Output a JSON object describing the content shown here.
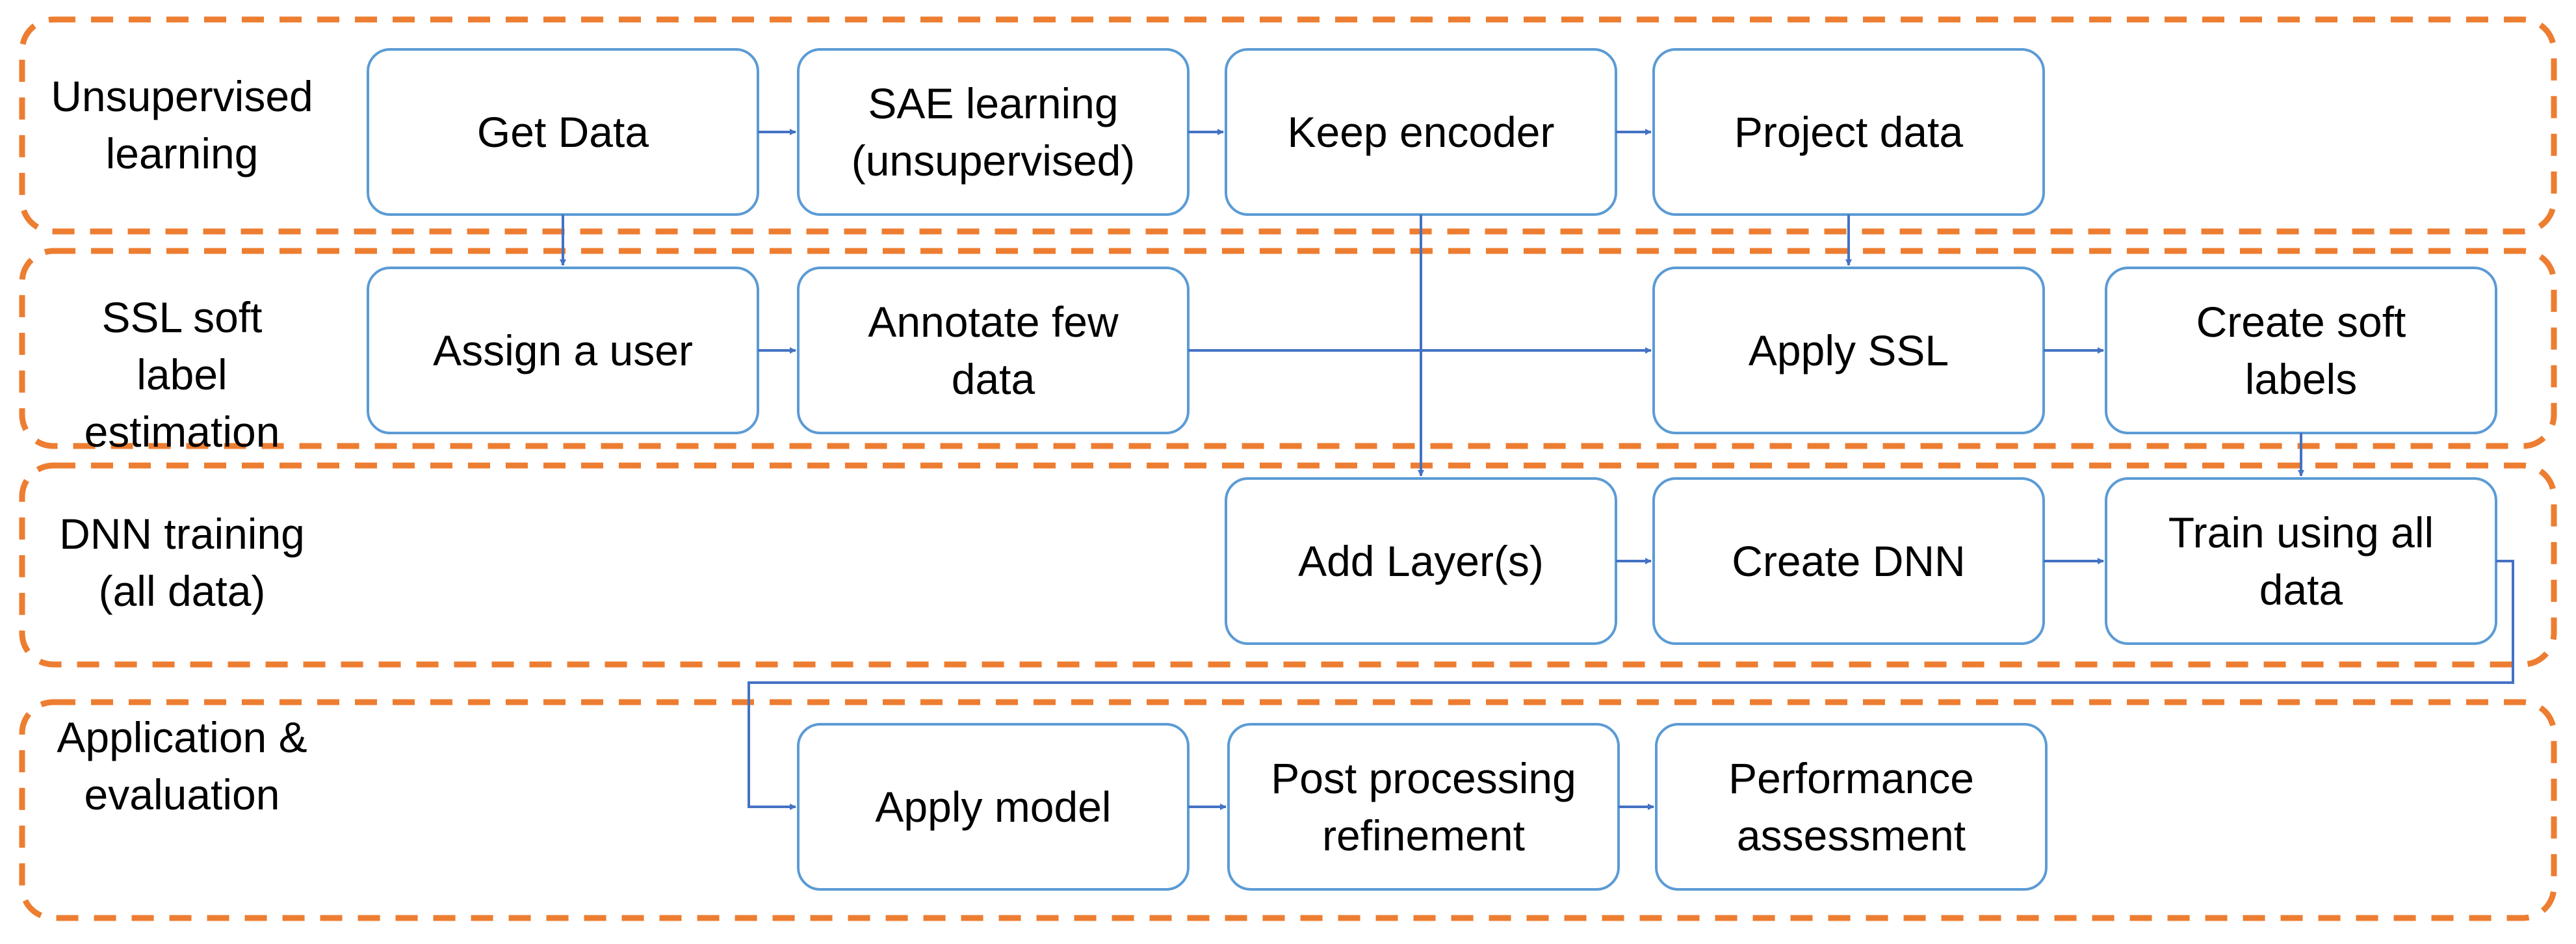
{
  "colors": {
    "lane_border": "#ED7D31",
    "box_border": "#5B9BD5",
    "arrow": "#4472C4",
    "text": "#000000",
    "background": "#FFFFFF"
  },
  "lanes": [
    {
      "id": "unsupervised",
      "label": "Unsupervised\nlearning"
    },
    {
      "id": "ssl",
      "label": "SSL soft\nlabel\nestimation"
    },
    {
      "id": "dnn",
      "label": "DNN training\n(all data)"
    },
    {
      "id": "application",
      "label": "Application &\nevaluation"
    }
  ],
  "boxes": [
    {
      "id": "get-data",
      "label": "Get Data"
    },
    {
      "id": "sae-learning",
      "label": "SAE learning\n(unsupervised)"
    },
    {
      "id": "keep-encoder",
      "label": "Keep encoder"
    },
    {
      "id": "project-data",
      "label": "Project data"
    },
    {
      "id": "assign-user",
      "label": "Assign a user"
    },
    {
      "id": "annotate-few-data",
      "label": "Annotate few\ndata"
    },
    {
      "id": "apply-ssl",
      "label": "Apply SSL"
    },
    {
      "id": "create-soft-labels",
      "label": "Create soft\nlabels"
    },
    {
      "id": "add-layers",
      "label": "Add Layer(s)"
    },
    {
      "id": "create-dnn",
      "label": "Create DNN"
    },
    {
      "id": "train-all-data",
      "label": "Train using all\ndata"
    },
    {
      "id": "apply-model",
      "label": "Apply model"
    },
    {
      "id": "post-processing",
      "label": "Post processing\nrefinement"
    },
    {
      "id": "performance-assessment",
      "label": "Performance\nassessment"
    }
  ],
  "edges": [
    {
      "from": "get-data",
      "to": "sae-learning"
    },
    {
      "from": "sae-learning",
      "to": "keep-encoder"
    },
    {
      "from": "keep-encoder",
      "to": "project-data"
    },
    {
      "from": "get-data",
      "to": "assign-user"
    },
    {
      "from": "project-data",
      "to": "apply-ssl"
    },
    {
      "from": "keep-encoder",
      "to": "add-layers"
    },
    {
      "from": "assign-user",
      "to": "annotate-few-data"
    },
    {
      "from": "annotate-few-data",
      "to": "apply-ssl"
    },
    {
      "from": "apply-ssl",
      "to": "create-soft-labels"
    },
    {
      "from": "create-soft-labels",
      "to": "train-all-data"
    },
    {
      "from": "add-layers",
      "to": "create-dnn"
    },
    {
      "from": "create-dnn",
      "to": "train-all-data"
    },
    {
      "from": "train-all-data",
      "to": "apply-model"
    },
    {
      "from": "apply-model",
      "to": "post-processing"
    },
    {
      "from": "post-processing",
      "to": "performance-assessment"
    }
  ]
}
